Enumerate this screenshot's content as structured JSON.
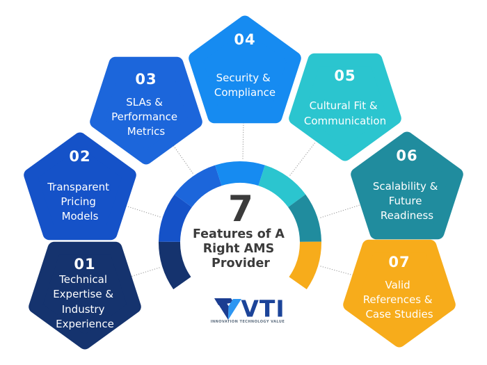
{
  "background": "#FFFFFF",
  "center": {
    "big_number": "7",
    "title_lines": [
      "Features of A",
      "Right AMS",
      "Provider"
    ],
    "text_color": "#3B3B3B"
  },
  "pentagons": [
    {
      "number": "01",
      "color": "#15336E",
      "lines": [
        "Technical",
        "Expertise &",
        "Industry",
        "Experience"
      ]
    },
    {
      "number": "02",
      "color": "#1552C8",
      "lines": [
        "Transparent",
        "Pricing",
        "Models"
      ]
    },
    {
      "number": "03",
      "color": "#1C66DB",
      "lines": [
        "SLAs &",
        "Performance",
        "Metrics"
      ]
    },
    {
      "number": "04",
      "color": "#168BF1",
      "lines": [
        "Security &",
        "Compliance"
      ]
    },
    {
      "number": "05",
      "color": "#2BC5CF",
      "lines": [
        "Cultural Fit &",
        "Communication"
      ]
    },
    {
      "number": "06",
      "color": "#208C9E",
      "lines": [
        "Scalability &",
        "Future",
        "Readiness"
      ]
    },
    {
      "number": "07",
      "color": "#F7AC1B",
      "lines": [
        "Valid",
        "References &",
        "Case Studies"
      ]
    }
  ],
  "connectors": {
    "color": "#9E9E9E"
  },
  "logo": {
    "name": "VTI",
    "tagline": "INNOVATION TECHNOLOGY VALUE",
    "text_color": "#1C4499",
    "mark_dark": "#1B3D91",
    "mark_light": "#2D96F2"
  }
}
